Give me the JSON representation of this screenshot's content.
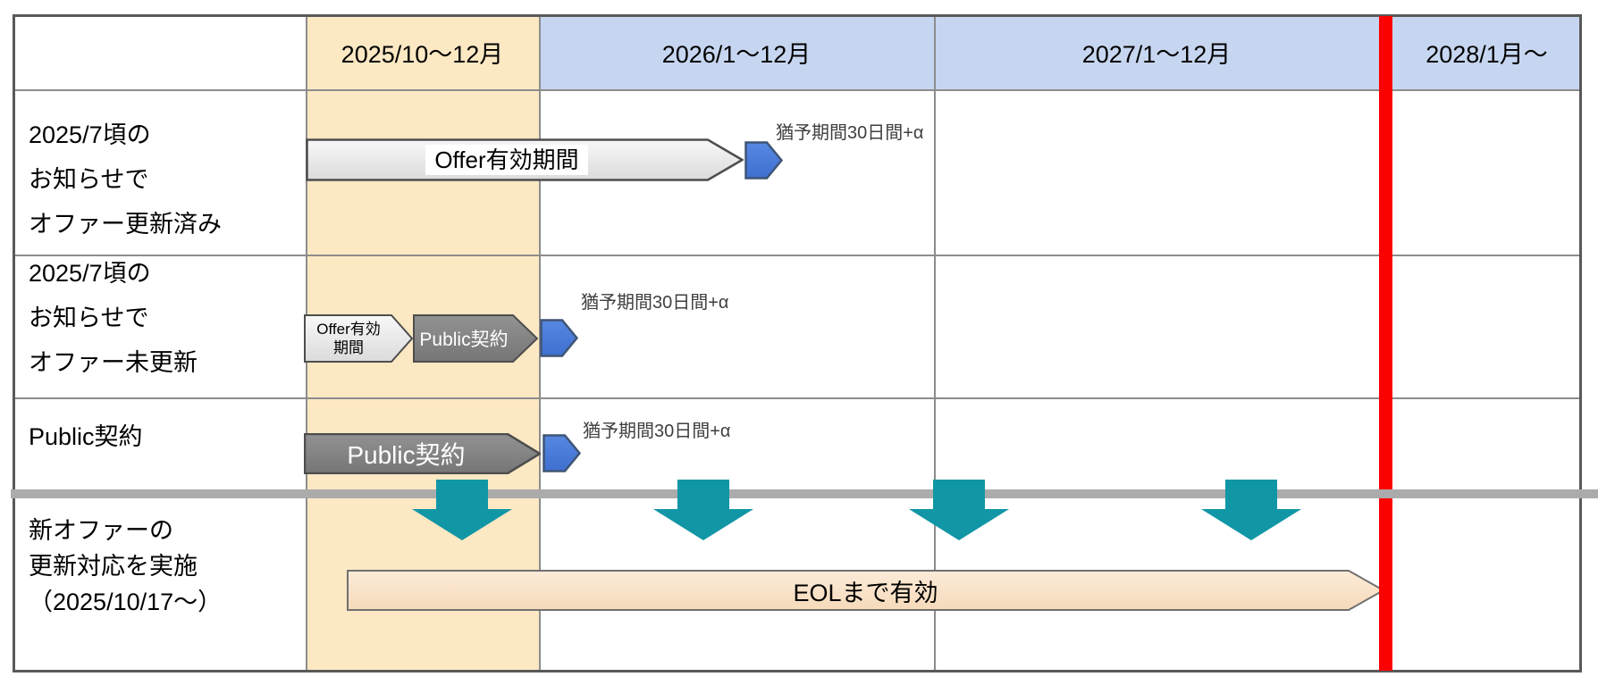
{
  "header": {
    "columns": [
      {
        "label": "2025/10～12月"
      },
      {
        "label": "2026/1～12月"
      },
      {
        "label": "2027/1～12月"
      },
      {
        "label": "2028/1月～"
      }
    ]
  },
  "rows": [
    {
      "label_lines": [
        "2025/7頃の",
        "お知らせで",
        "オファー更新済み"
      ],
      "arrow_label": "Offer有効期間",
      "note": "猶予期間30日間+α"
    },
    {
      "label_lines": [
        "2025/7頃の",
        "お知らせで",
        "オファー未更新"
      ],
      "arrow1_lines": [
        "Offer有効",
        "期間"
      ],
      "arrow2_label": "Public契約",
      "note": "猶予期間30日間+α"
    },
    {
      "label": "Public契約",
      "arrow_label": "Public契約",
      "note": "猶予期間30日間+α"
    },
    {
      "label_lines": [
        "新オファーの",
        "更新対応を実施",
        "（2025/10/17～）"
      ],
      "bar_label": "EOLまで有効"
    }
  ],
  "colors": {
    "yellow_column": "#FCE8C3",
    "header_blue": "#C7D6F0",
    "red_eol_line": "#FA0200",
    "teal_arrow": "#1196A6",
    "blue_arrow": "#4A7CDB",
    "eol_bar_peach": "#F9E0C3",
    "divider_gray": "#ABABAB"
  }
}
